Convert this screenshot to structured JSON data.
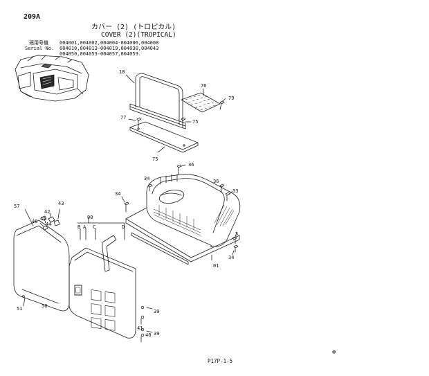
{
  "header": {
    "page_code": "209A",
    "title_jp": "カバー (2) (トロピカル)",
    "title_en": "COVER (2)(TROPICAL)"
  },
  "serial": {
    "label_jp": "適用号機",
    "label_en": "Serial No.",
    "line1": "004001,004002,004004-004006,004008",
    "line2": "004010,004013-004019,004030,004043",
    "line3": "004050,004053-004057,004059."
  },
  "callouts": {
    "p18": "18",
    "p76": "76",
    "p79": "79",
    "p77": "77",
    "p75a": "75",
    "p75b": "75",
    "p36": "36",
    "p34a": "34",
    "p34b": "34",
    "p36b": "36",
    "p33": "33",
    "p57": "57",
    "p43": "43",
    "p42": "42",
    "p46": "46",
    "p45": "45",
    "p44": "44",
    "p00": "00",
    "pB": "B",
    "pA": "A",
    "pC": "C",
    "pD": "D",
    "p5": "5",
    "p34c": "34",
    "p01": "01",
    "p51": "51",
    "p50": "50",
    "p39a": "39",
    "p41": "41",
    "p40": "40",
    "p39b": "39"
  },
  "footer": {
    "ref_code": "P17P-1-5",
    "mark": "⊗"
  }
}
